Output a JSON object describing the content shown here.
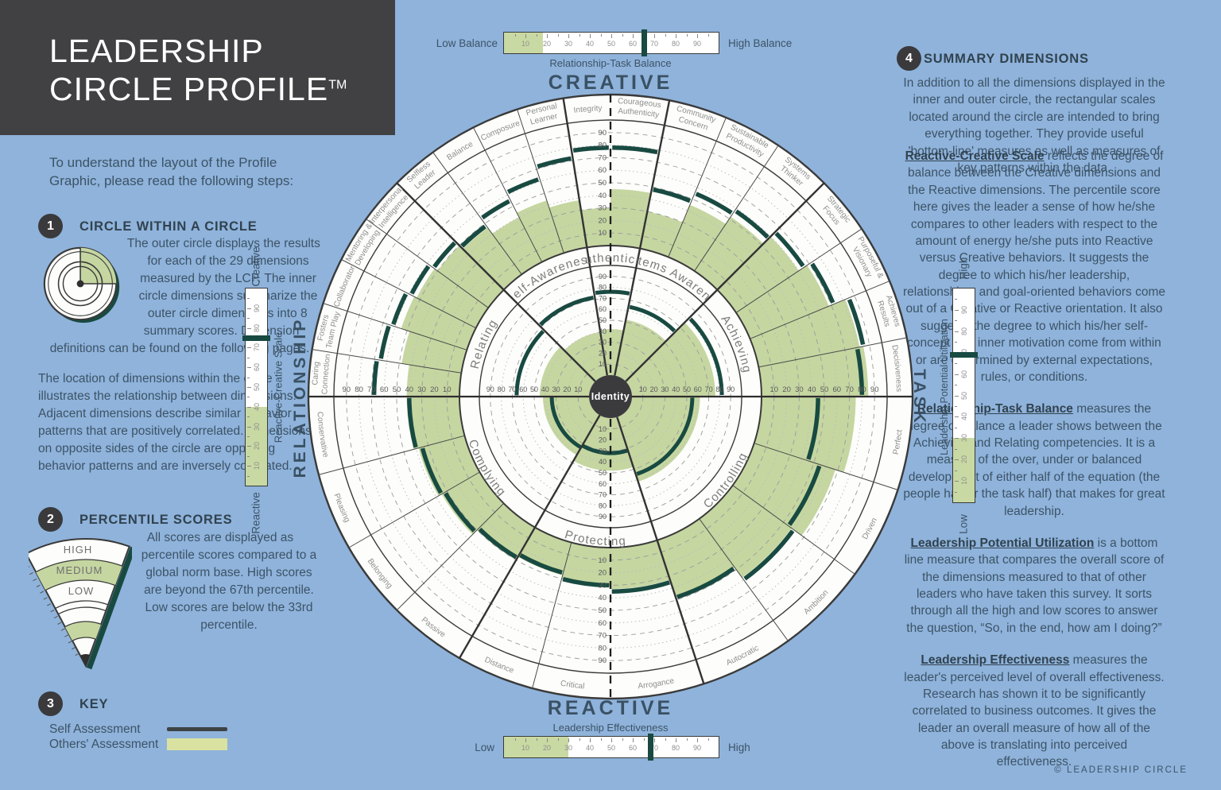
{
  "header": {
    "title_line1": "LEADERSHIP",
    "title_line2": "CIRCLE PROFILE",
    "trademark": "TM"
  },
  "intro_text": "To understand the layout of the Profile Graphic, please read the following steps:",
  "steps": {
    "step1": {
      "num": "1",
      "heading": "CIRCLE WITHIN A CIRCLE",
      "para1": "The outer circle displays the results for each of the 29 dimensions measured by the LCP.  The inner circle dimensions summarize the outer circle dimensions into 8 summary scores. Dimension definitions can be found on the following pages.",
      "para2": "The location of dimensions within the circle illustrates the relationship between dimensions. Adjacent dimensions describe similar behavior patterns that are positively correlated. Dimensions on opposite sides of the circle are opposing behavior patterns and are inversely correlated."
    },
    "step2": {
      "num": "2",
      "heading": "PERCENTILE SCORES",
      "para": "All scores are displayed as percentile scores compared to a global norm base. High scores are beyond the 67th percentile. Low scores are below the 33rd percentile.",
      "wedge_labels": [
        "HIGH",
        "MEDIUM",
        "LOW"
      ]
    },
    "step3": {
      "num": "3",
      "heading": "KEY",
      "self_label": "Self Assessment",
      "others_label": "Others' Assessment"
    },
    "step4": {
      "num": "4",
      "heading": "SUMMARY DIMENSIONS",
      "intro": "In addition to all the dimensions displayed in the inner and outer circle, the rectangular scales located around the circle are intended to bring everything together. They provide useful 'bottom-line' measures as well as measures of key patterns within the data.",
      "sections": [
        {
          "title": "Reactive-Creative Scale",
          "text": " reflects the degree of balance between the Creative dimensions and the Reactive dimensions. The percentile score here gives the leader a sense of how he/she compares to other leaders with respect to the amount of energy he/she puts into Reactive versus Creative behaviors. It suggests the degree to which his/her leadership, relationships, and goal-oriented behaviors come out of a Creative or Reactive orientation. It also suggests the degree to which his/her self-concept and inner motivation come from within or are determined by external expectations, rules, or conditions."
        },
        {
          "title": "Relationship-Task Balance",
          "text": " measures the degree of balance a leader shows between the Achieving and Relating competencies. It is a measure of the over, under or balanced development of either half of the equation (the people half or the task half) that makes for great leadership."
        },
        {
          "title": "Leadership Potential Utilization",
          "text": " is a bottom line measure that compares the overall score of the dimensions measured to that of other leaders who have taken this survey. It sorts through all the high and low scores to answer the question, “So, in the end, how am I doing?”"
        },
        {
          "title": "Leadership Effectiveness",
          "text": " measures the leader's perceived level of overall effectiveness. Research has shown it to be significantly correlated to business outcomes. It gives the leader an overall measure of how all of the above is translating into perceived effectiveness."
        }
      ]
    }
  },
  "region_labels": {
    "top": "CREATIVE",
    "bottom": "REACTIVE",
    "left": "RELATIONSHIP",
    "right": "TASK"
  },
  "footer": "© LEADERSHIP CIRCLE",
  "scales": {
    "ticks": [
      10,
      20,
      30,
      40,
      50,
      60,
      70,
      80,
      90
    ],
    "top": {
      "name": "Relationship-Task Balance",
      "start_label": "Low Balance",
      "end_label": "High Balance",
      "green_to": 18,
      "marker": 65
    },
    "bottom": {
      "name": "Leadership Effectiveness",
      "start_label": "Low",
      "end_label": "High",
      "green_to": 30,
      "marker": 68
    },
    "left": {
      "name": "Reactive-Creative Scale",
      "top_label": "Creative",
      "bottom_label": "Reactive",
      "green_to": 40,
      "marker": 75
    },
    "right": {
      "name": "Leadership Potential Utilization",
      "top_label": "High",
      "bottom_label": "Low",
      "green_to": 30,
      "marker": 69
    }
  },
  "colors": {
    "background": "#8fb3db",
    "header_bg": "#414042",
    "text": "#3d5366",
    "self_teal": "#184a41",
    "others_green": "#c5d6a1",
    "legend_green": "#d9e2a0",
    "legend_dark": "#3d4345",
    "scale_green": "#c9d9a3",
    "grid": "#9b9b9b"
  },
  "chart_data": {
    "type": "polar-profile",
    "title": "Leadership Circle Profile graphic",
    "center_label": "Identity",
    "axis_values": [
      10,
      20,
      30,
      40,
      50,
      60,
      70,
      80,
      90
    ],
    "legend": {
      "self": "Self Assessment",
      "others": "Others' Assessment"
    },
    "inner_octants": [
      {
        "name": "Authenticity",
        "a0": 78.75,
        "a1": 99,
        "others": 42,
        "self": 76
      },
      {
        "name": "Self-Awareness",
        "a0": 99,
        "a1": 135,
        "others": 40,
        "self": 72
      },
      {
        "name": "Relating",
        "a0": 135,
        "a1": 180,
        "others": 45,
        "self": 66
      },
      {
        "name": "Complying",
        "a0": 180,
        "a1": 240,
        "others": 42,
        "self": 34
      },
      {
        "name": "Protecting",
        "a0": 240,
        "a1": 288,
        "others": 48,
        "self": 32
      },
      {
        "name": "Controlling",
        "a0": 288,
        "a1": 360,
        "others": 62,
        "self": 55
      },
      {
        "name": "Achieving",
        "a0": 0,
        "a1": 45,
        "others": 76,
        "self": 82
      },
      {
        "name": "Systems Awareness",
        "a0": 45,
        "a1": 78.75,
        "others": 52,
        "self": 64
      }
    ],
    "outer_dimensions": [
      {
        "name": "Integrity",
        "lines": [
          "Integrity"
        ],
        "a0": 90,
        "a1": 99,
        "others": 30,
        "self": 78
      },
      {
        "name": "Personal Learner",
        "lines": [
          "Personal",
          "Learner"
        ],
        "a0": 99,
        "a1": 108,
        "others": 38,
        "self": 72
      },
      {
        "name": "Composure",
        "lines": [
          "Composure"
        ],
        "a0": 108,
        "a1": 117,
        "others": 44,
        "self": 62
      },
      {
        "name": "Balance",
        "lines": [
          "Balance"
        ],
        "a0": 117,
        "a1": 126,
        "others": 40,
        "self": 55
      },
      {
        "name": "Selfless Leader",
        "lines": [
          "Selfless",
          "Leader"
        ],
        "a0": 126,
        "a1": 135,
        "others": 46,
        "self": 48
      },
      {
        "name": "Interpersonal Intelligence",
        "lines": [
          "Interpersonal",
          "Intelligence"
        ],
        "a0": 135,
        "a1": 144,
        "others": 50,
        "self": 54
      },
      {
        "name": "Mentoring & Developing",
        "lines": [
          "Mentoring &",
          "Developing"
        ],
        "a0": 144,
        "a1": 153,
        "others": 53,
        "self": 58
      },
      {
        "name": "Collaborator",
        "lines": [
          "Collaborator"
        ],
        "a0": 153,
        "a1": 162,
        "others": 55,
        "self": 62
      },
      {
        "name": "Fosters Team Play",
        "lines": [
          "Fosters",
          "Team Play"
        ],
        "a0": 162,
        "a1": 171,
        "others": 48,
        "self": 65
      },
      {
        "name": "Caring Connection",
        "lines": [
          "Caring",
          "Connection"
        ],
        "a0": 171,
        "a1": 180,
        "others": 42,
        "self": 68
      },
      {
        "name": "Courageous Authenticity",
        "lines": [
          "Courageous",
          "Authenticity"
        ],
        "a0": 78.75,
        "a1": 90,
        "others": 45,
        "self": 78
      },
      {
        "name": "Community Concern",
        "lines": [
          "Community",
          "Concern"
        ],
        "a0": 67.5,
        "a1": 78.75,
        "others": 30,
        "self": 48
      },
      {
        "name": "Sustainable Productivity",
        "lines": [
          "Sustainable",
          "Productivity"
        ],
        "a0": 56.25,
        "a1": 67.5,
        "others": 45,
        "self": 55
      },
      {
        "name": "Systems Thinker",
        "lines": [
          "Systems",
          "Thinker"
        ],
        "a0": 45,
        "a1": 56.25,
        "others": 52,
        "self": 58
      },
      {
        "name": "Strategic Focus",
        "lines": [
          "Strategic",
          "Focus"
        ],
        "a0": 33.75,
        "a1": 45,
        "others": 60,
        "self": 65
      },
      {
        "name": "Purposeful & Visionary",
        "lines": [
          "Purposeful &",
          "Visionary"
        ],
        "a0": 22.5,
        "a1": 33.75,
        "others": 68,
        "self": 72
      },
      {
        "name": "Achieves Results",
        "lines": [
          "Achieves",
          "Results"
        ],
        "a0": 11.25,
        "a1": 22.5,
        "others": 82,
        "self": 85
      },
      {
        "name": "Decisiveness",
        "lines": [
          "Decisiveness"
        ],
        "a0": 0,
        "a1": 11.25,
        "others": 85,
        "self": 80
      },
      {
        "name": "Conservative",
        "lines": [
          "Conservative"
        ],
        "a0": 180,
        "a1": 195,
        "others": 42,
        "self": 40
      },
      {
        "name": "Pleasing",
        "lines": [
          "Pleasing"
        ],
        "a0": 195,
        "a1": 210,
        "others": 38,
        "self": 35
      },
      {
        "name": "Belonging",
        "lines": [
          "Belonging"
        ],
        "a0": 210,
        "a1": 225,
        "others": 35,
        "self": 32
      },
      {
        "name": "Passive",
        "lines": [
          "Passive"
        ],
        "a0": 225,
        "a1": 240,
        "others": 30,
        "self": 28
      },
      {
        "name": "Distance",
        "lines": [
          "Distance"
        ],
        "a0": 240,
        "a1": 255,
        "others": 27,
        "self": 25
      },
      {
        "name": "Critical",
        "lines": [
          "Critical"
        ],
        "a0": 255,
        "a1": 270,
        "others": 30,
        "self": 30
      },
      {
        "name": "Arrogance",
        "lines": [
          "Arrogance"
        ],
        "a0": 270,
        "a1": 288,
        "others": 33,
        "self": 35
      },
      {
        "name": "Autocratic",
        "lines": [
          "Autocratic"
        ],
        "a0": 288,
        "a1": 306,
        "others": 48,
        "self": 48
      },
      {
        "name": "Ambition",
        "lines": [
          "Ambition"
        ],
        "a0": 306,
        "a1": 324,
        "others": 58,
        "self": 60
      },
      {
        "name": "Driven",
        "lines": [
          "Driven"
        ],
        "a0": 324,
        "a1": 342,
        "others": 68,
        "self": 55
      },
      {
        "name": "Perfect",
        "lines": [
          "Perfect"
        ],
        "a0": 342,
        "a1": 360,
        "others": 75,
        "self": 45
      }
    ]
  }
}
